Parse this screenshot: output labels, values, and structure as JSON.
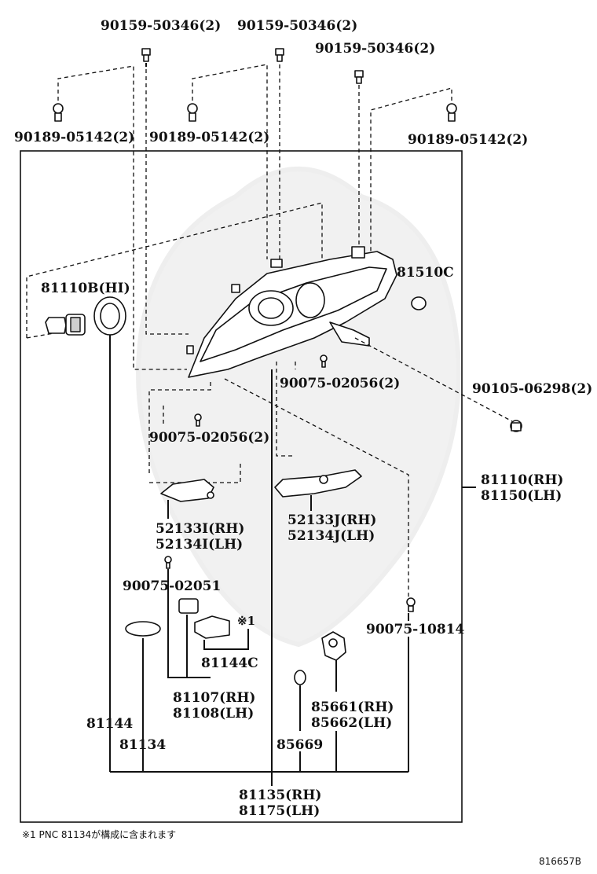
{
  "callouts": {
    "bolt_a": "90159-50346(2)",
    "bolt_b": "90159-50346(2)",
    "bolt_c": "90159-50346(2)",
    "screw_a": "90189-05142(2)",
    "screw_b": "90189-05142(2)",
    "screw_c": "90189-05142(2)",
    "bulb_hi": "81110B(HI)",
    "cover_81510c": "81510C",
    "screw_90075_02056_upper": "90075-02056(2)",
    "screw_90075_02056_lower": "90075-02056(2)",
    "screw_90105": "90105-06298(2)",
    "unit_rh": "81110(RH)",
    "unit_lh": "81150(LH)",
    "bracket_i_rh": "52133I(RH)",
    "bracket_i_lh": "52134I(LH)",
    "bracket_j_rh": "52133J(RH)",
    "bracket_j_lh": "52134J(LH)",
    "screw_90075_02051": "90075-02051",
    "screw_90075_10814": "90075-10814",
    "note_mark": "※1",
    "part_81144c": "81144C",
    "part_81107": "81107(RH)",
    "part_81108": "81108(LH)",
    "part_81144": "81144",
    "part_81134": "81134",
    "part_85669": "85669",
    "part_85661": "85661(RH)",
    "part_85662": "85662(LH)",
    "part_81135": "81135(RH)",
    "part_81175": "81175(LH)"
  },
  "footnote": "※1 PNC 81134が構成に含まれます",
  "diagram_id": "816657B"
}
